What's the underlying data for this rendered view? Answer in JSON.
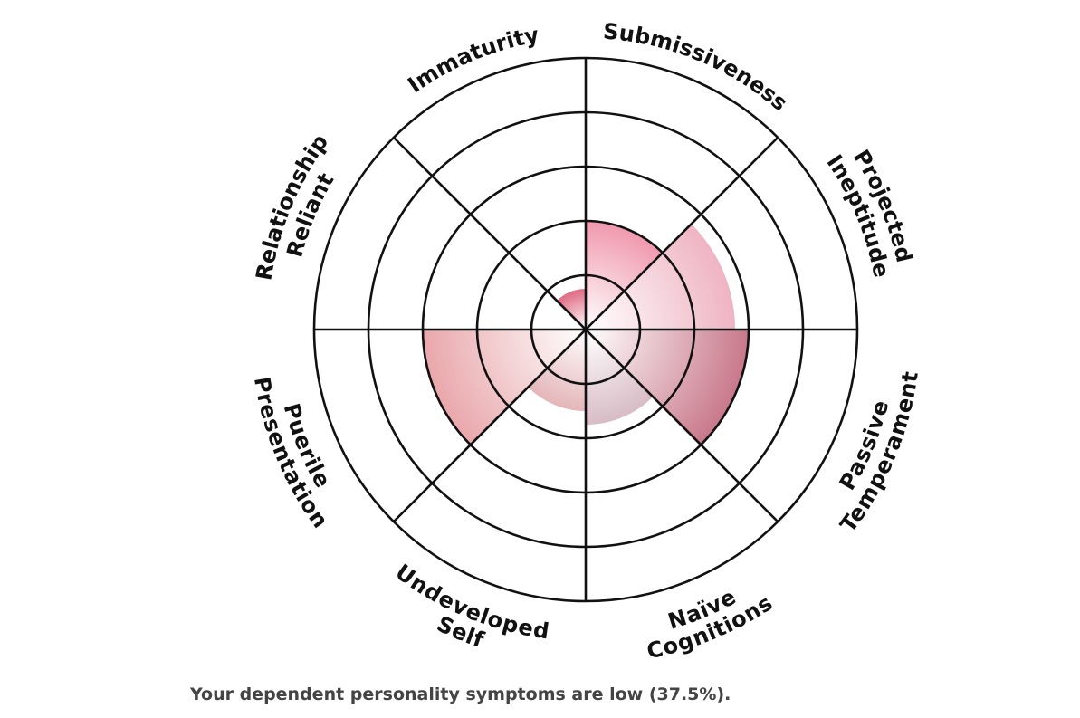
{
  "chart_data": {
    "type": "polar-area",
    "title": "",
    "categories": [
      "Submissiveness",
      "Projected Ineptitude",
      "Passive Temperament",
      "Naïve Cognitions",
      "Undeveloped Self",
      "Puerile Presentation",
      "Relationship Reliant",
      "Immaturity"
    ],
    "label_lines": [
      [
        "Submissiveness"
      ],
      [
        "Projected",
        "Ineptitude"
      ],
      [
        "Passive",
        "Temperament"
      ],
      [
        "Naïve",
        "Cognitions"
      ],
      [
        "Undeveloped",
        "Self"
      ],
      [
        "Puerile",
        "Presentation"
      ],
      [
        "Relationship",
        "Reliant"
      ],
      [
        "Immaturity"
      ]
    ],
    "values": [
      2,
      2.75,
      3,
      1.75,
      1.5,
      3,
      0,
      0.75
    ],
    "rmax": 5,
    "rings": 5,
    "colors": [
      "#f099ae",
      "#efb4c3",
      "#c8788a",
      "#d8bcc5",
      "#e4b6b9",
      "#e9a7ab",
      "#e9a7ab",
      "#e06a84"
    ]
  },
  "summary": "Your dependent personality symptoms are low (37.5%)."
}
